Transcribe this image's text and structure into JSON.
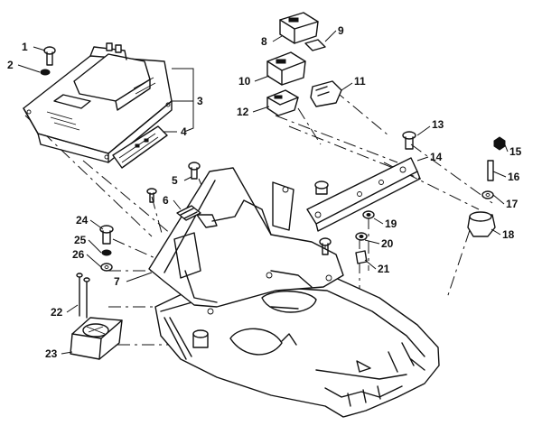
{
  "callouts": [
    {
      "id": "1",
      "text": "1"
    },
    {
      "id": "2",
      "text": "2"
    },
    {
      "id": "3",
      "text": "3"
    },
    {
      "id": "4",
      "text": "4"
    },
    {
      "id": "5",
      "text": "5"
    },
    {
      "id": "6",
      "text": "6"
    },
    {
      "id": "7",
      "text": "7"
    },
    {
      "id": "8",
      "text": "8"
    },
    {
      "id": "9",
      "text": "9"
    },
    {
      "id": "10",
      "text": "10"
    },
    {
      "id": "11",
      "text": "11"
    },
    {
      "id": "12",
      "text": "12"
    },
    {
      "id": "13",
      "text": "13"
    },
    {
      "id": "14",
      "text": "14"
    },
    {
      "id": "15",
      "text": "15"
    },
    {
      "id": "16",
      "text": "16"
    },
    {
      "id": "17",
      "text": "17"
    },
    {
      "id": "18",
      "text": "18"
    },
    {
      "id": "19",
      "text": "19"
    },
    {
      "id": "20",
      "text": "20"
    },
    {
      "id": "21",
      "text": "21"
    },
    {
      "id": "22",
      "text": "22"
    },
    {
      "id": "23",
      "text": "23"
    },
    {
      "id": "24",
      "text": "24"
    },
    {
      "id": "25",
      "text": "25"
    },
    {
      "id": "26",
      "text": "26"
    }
  ],
  "colors": {
    "ink": "#111111",
    "paper": "#ffffff"
  }
}
